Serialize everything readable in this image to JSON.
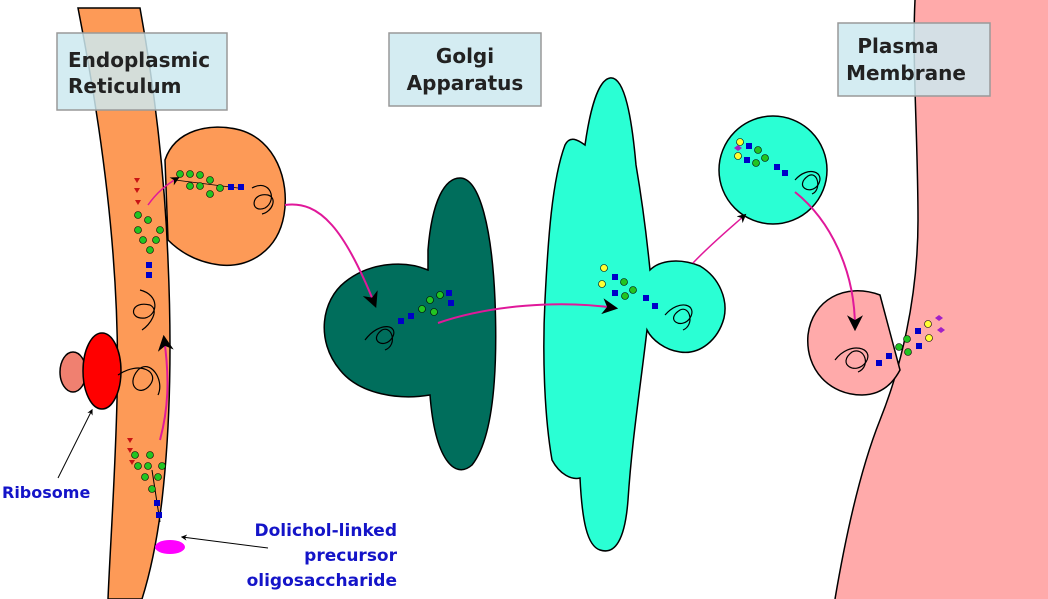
{
  "labels": {
    "er": [
      "Endoplasmic",
      "Reticulum"
    ],
    "golgi": [
      "Golgi",
      "Apparatus"
    ],
    "pm": [
      "Plasma",
      "Membrane"
    ],
    "ribosome": "Ribosome",
    "dolichol": [
      "Dolichol-linked",
      "precursor",
      "oligosaccharide"
    ]
  },
  "colors": {
    "er": "#fd9a57",
    "golgi_cis": "#006e5c",
    "golgi_trans": "#2affd4",
    "plasma_membrane": "#ffaaaa",
    "ribosome": "#ff0000",
    "label_box": "#cce9f0",
    "arrow": "#e0189a",
    "label_blue": "#1414c8",
    "glcnac": "#0000c8",
    "mannose": "#22c422",
    "glucose": "#c81414",
    "galactose": "#ffff33",
    "sialic_acid": "#a020c8"
  }
}
